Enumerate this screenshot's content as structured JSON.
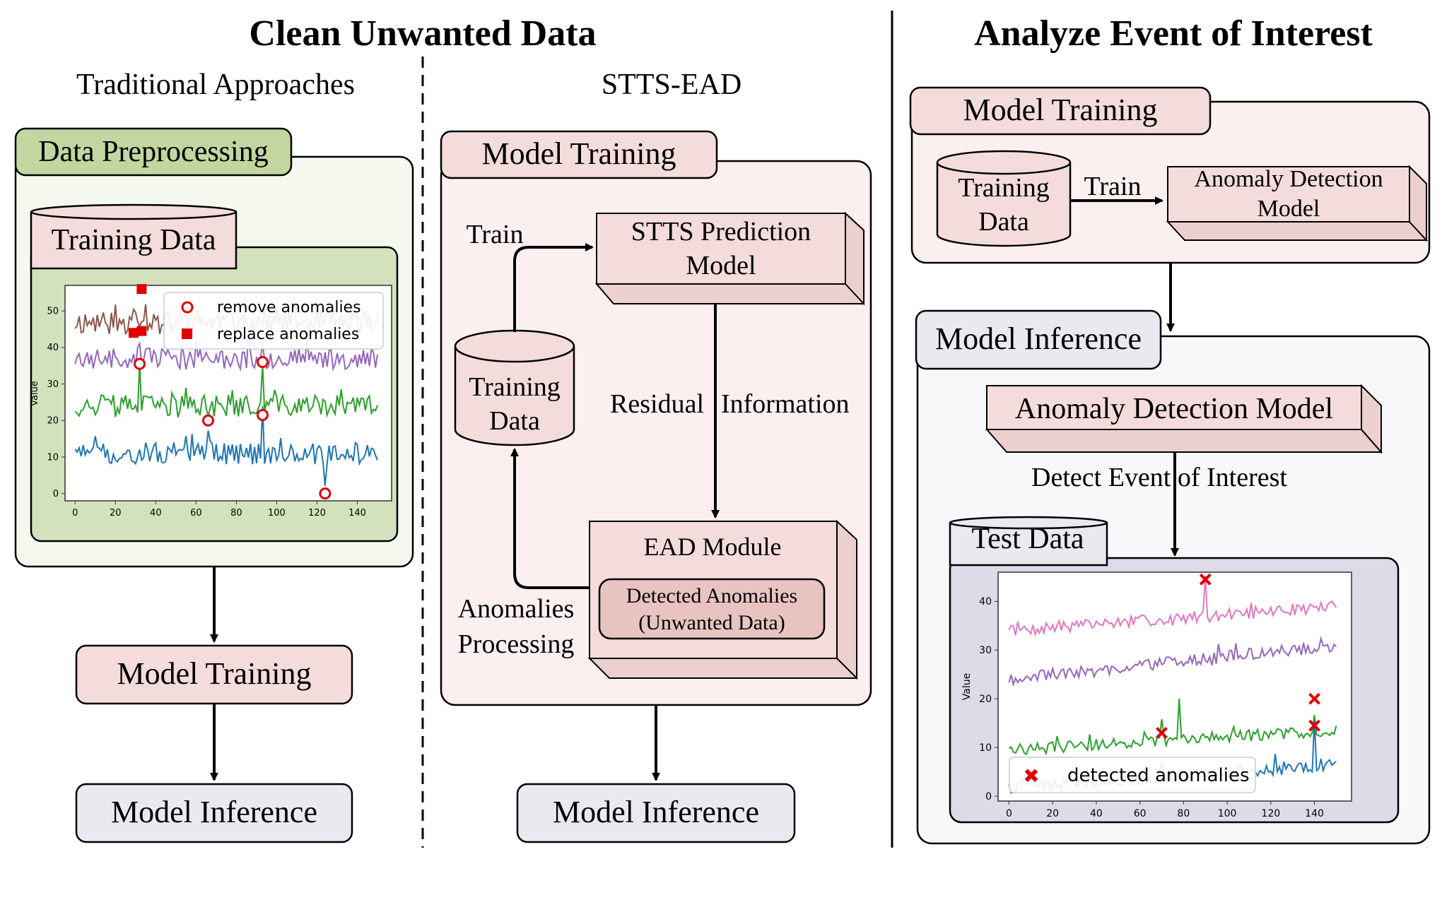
{
  "header": {
    "left_title": "Clean Unwanted Data",
    "right_title": "Analyze Event of Interest",
    "col1_subtitle": "Traditional Approaches",
    "col2_subtitle": "STTS-EAD"
  },
  "traditional": {
    "preprocessing_tab": "Data Preprocessing",
    "training_data_tab": "Training Data",
    "model_training": "Model Training",
    "model_inference": "Model Inference"
  },
  "stts": {
    "model_training_tab": "Model Training",
    "prediction_model": [
      "STTS Prediction",
      "Model"
    ],
    "train_label": "Train",
    "training_data": [
      "Training",
      "Data"
    ],
    "residual_label": "Residual",
    "information_label": "Information",
    "ead_module": "EAD Module",
    "detected": [
      "Detected Anomalies",
      "(Unwanted Data)"
    ],
    "processing_label": [
      "Anomalies",
      "Processing"
    ],
    "model_inference": "Model Inference"
  },
  "analyze": {
    "model_training_tab": "Model Training",
    "training_data": [
      "Training",
      "Data"
    ],
    "train_label": "Train",
    "ad_model_small": [
      "Anomaly Detection",
      "Model"
    ],
    "model_inference_tab": "Model Inference",
    "ad_model": "Anomaly Detection Model",
    "detect_label": "Detect Event of Interest",
    "test_data_tab": "Test Data"
  },
  "chart_data": [
    {
      "type": "line",
      "ylabel": "Value",
      "xlim": [
        -5,
        157
      ],
      "ylim": [
        -2,
        57
      ],
      "xticks": [
        "0",
        "20",
        "40",
        "60",
        "80",
        "100",
        "120",
        "140"
      ],
      "yticks": [
        "0",
        "10",
        "20",
        "30",
        "40",
        "50"
      ],
      "legend": [
        "remove anomalies",
        "replace anomalies"
      ],
      "legend_position": "top-right",
      "series": [
        {
          "color": "#8c564b",
          "base": 47,
          "amp": 3.5,
          "seed": 11,
          "spikes": [
            [
              30,
              5
            ],
            [
              35,
              4
            ]
          ]
        },
        {
          "color": "#9467bd",
          "base": 37,
          "amp": 3.0,
          "seed": 23,
          "spikes": [
            [
              32,
              7
            ],
            [
              93,
              6
            ]
          ]
        },
        {
          "color": "#2ca02c",
          "base": 24,
          "amp": 3.0,
          "seed": 37,
          "spikes": [
            [
              32,
              11
            ],
            [
              93,
              10
            ]
          ]
        },
        {
          "color": "#1f77b4",
          "base": 11,
          "amp": 3.0,
          "seed": 51,
          "spikes": [
            [
              66,
              9
            ],
            [
              93,
              10
            ],
            [
              124,
              -11
            ]
          ]
        }
      ],
      "remove_points": [
        [
          32,
          35.5
        ],
        [
          66,
          20
        ],
        [
          93,
          21.5
        ],
        [
          93,
          36
        ],
        [
          124,
          0
        ]
      ],
      "replace_points": [
        [
          33,
          56
        ],
        [
          29,
          44
        ],
        [
          33,
          44.5
        ]
      ]
    },
    {
      "type": "line",
      "ylabel": "Value",
      "xlim": [
        -5,
        157
      ],
      "ylim": [
        -1,
        46
      ],
      "xticks": [
        "0",
        "20",
        "40",
        "60",
        "80",
        "100",
        "120",
        "140"
      ],
      "yticks": [
        "0",
        "10",
        "20",
        "30",
        "40"
      ],
      "legend": [
        "detected anomalies"
      ],
      "legend_position": "bottom-left",
      "series": [
        {
          "color": "#e377c2",
          "base": 34,
          "amp": 1.2,
          "seed": 7,
          "trend": 5,
          "spikes": [
            [
              90,
              7
            ]
          ]
        },
        {
          "color": "#9467bd",
          "base": 24,
          "amp": 1.3,
          "seed": 19,
          "trend": 7,
          "spikes": []
        },
        {
          "color": "#2ca02c",
          "base": 9.5,
          "amp": 1.2,
          "seed": 29,
          "trend": 4,
          "spikes": [
            [
              70,
              4
            ],
            [
              78,
              8
            ],
            [
              140,
              4
            ]
          ]
        },
        {
          "color": "#1f77b4",
          "base": 1.5,
          "amp": 1.4,
          "seed": 41,
          "trend": 5,
          "spikes": [
            [
              70,
              4
            ],
            [
              140,
              9
            ]
          ]
        }
      ],
      "detected_points": [
        [
          90,
          44.5
        ],
        [
          70,
          13
        ],
        [
          140,
          20
        ],
        [
          140,
          14.5
        ]
      ]
    }
  ]
}
